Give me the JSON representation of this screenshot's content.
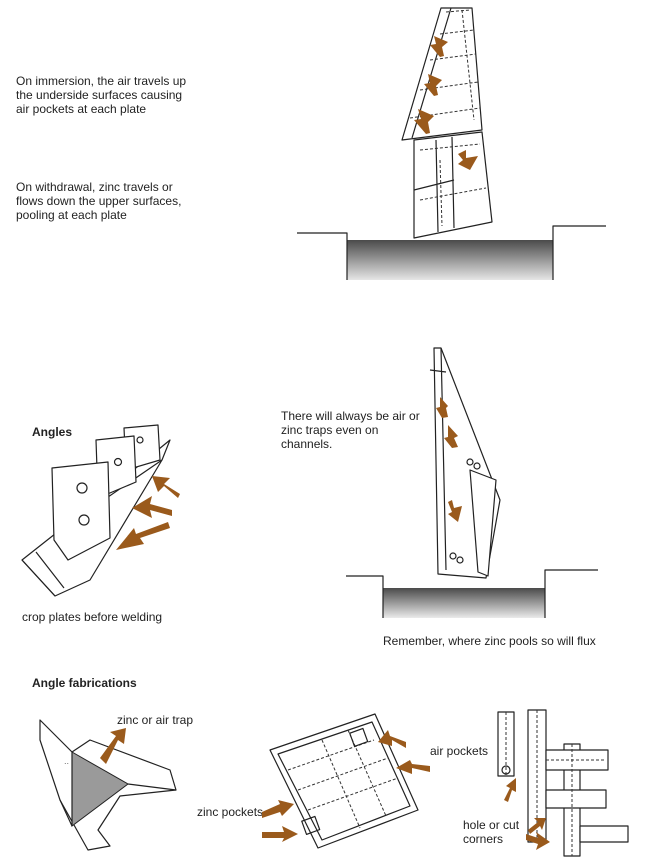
{
  "texts": {
    "immersion": "On immersion, the air travels up the underside surfaces causing air pockets at each plate",
    "withdrawal": "On withdrawal, zinc travels or flows down the upper surfaces, pooling at each plate",
    "angles_heading": "Angles",
    "crop_plates": "crop plates before welding",
    "channels_note": "There will always be air or zinc traps even on channels.",
    "remember": "Remember, where zinc pools so will flux",
    "angle_fabrications_heading": "Angle fabrications",
    "zinc_or_air_trap": "zinc or air trap",
    "zinc_pockets": "zinc pockets",
    "air_pockets": "air pockets",
    "hole_or_cut_corners": "hole or cut corners"
  },
  "colors": {
    "arrow": "#9a5a1c",
    "line": "#222222",
    "trap_fill": "#9a9a9a"
  }
}
